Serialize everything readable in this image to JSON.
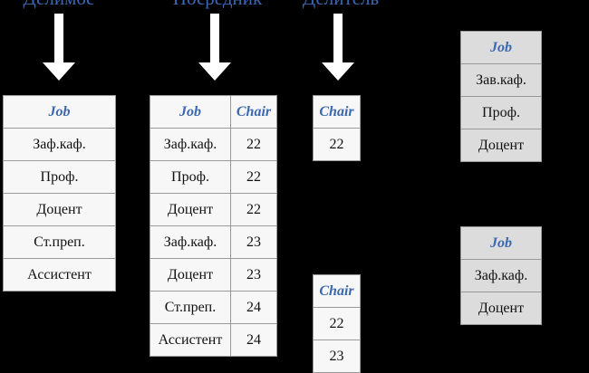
{
  "labels": {
    "dividend": "Делимое",
    "mediator": "Посредник",
    "divisor": "Делитель"
  },
  "dividend": {
    "header": "Job",
    "rows": [
      "Заф.каф.",
      "Проф.",
      "Доцент",
      "Ст.преп.",
      "Ассистент"
    ]
  },
  "mediator": {
    "headers": [
      "Job",
      "Chair"
    ],
    "rows": [
      [
        "Заф.каф.",
        "22"
      ],
      [
        "Проф.",
        "22"
      ],
      [
        "Доцент",
        "22"
      ],
      [
        "Заф.каф.",
        "23"
      ],
      [
        "Доцент",
        "23"
      ],
      [
        "Ст.преп.",
        "24"
      ],
      [
        "Ассистент",
        "24"
      ]
    ]
  },
  "divisor1": {
    "header": "Chair",
    "rows": [
      "22"
    ]
  },
  "divisor2": {
    "header": "Chair",
    "rows": [
      "22",
      "23"
    ]
  },
  "result1": {
    "header": "Job",
    "rows": [
      "Зав.каф.",
      "Проф.",
      "Доцент"
    ]
  },
  "result2": {
    "header": "Job",
    "rows": [
      "Заф.каф.",
      "Доцент"
    ]
  }
}
